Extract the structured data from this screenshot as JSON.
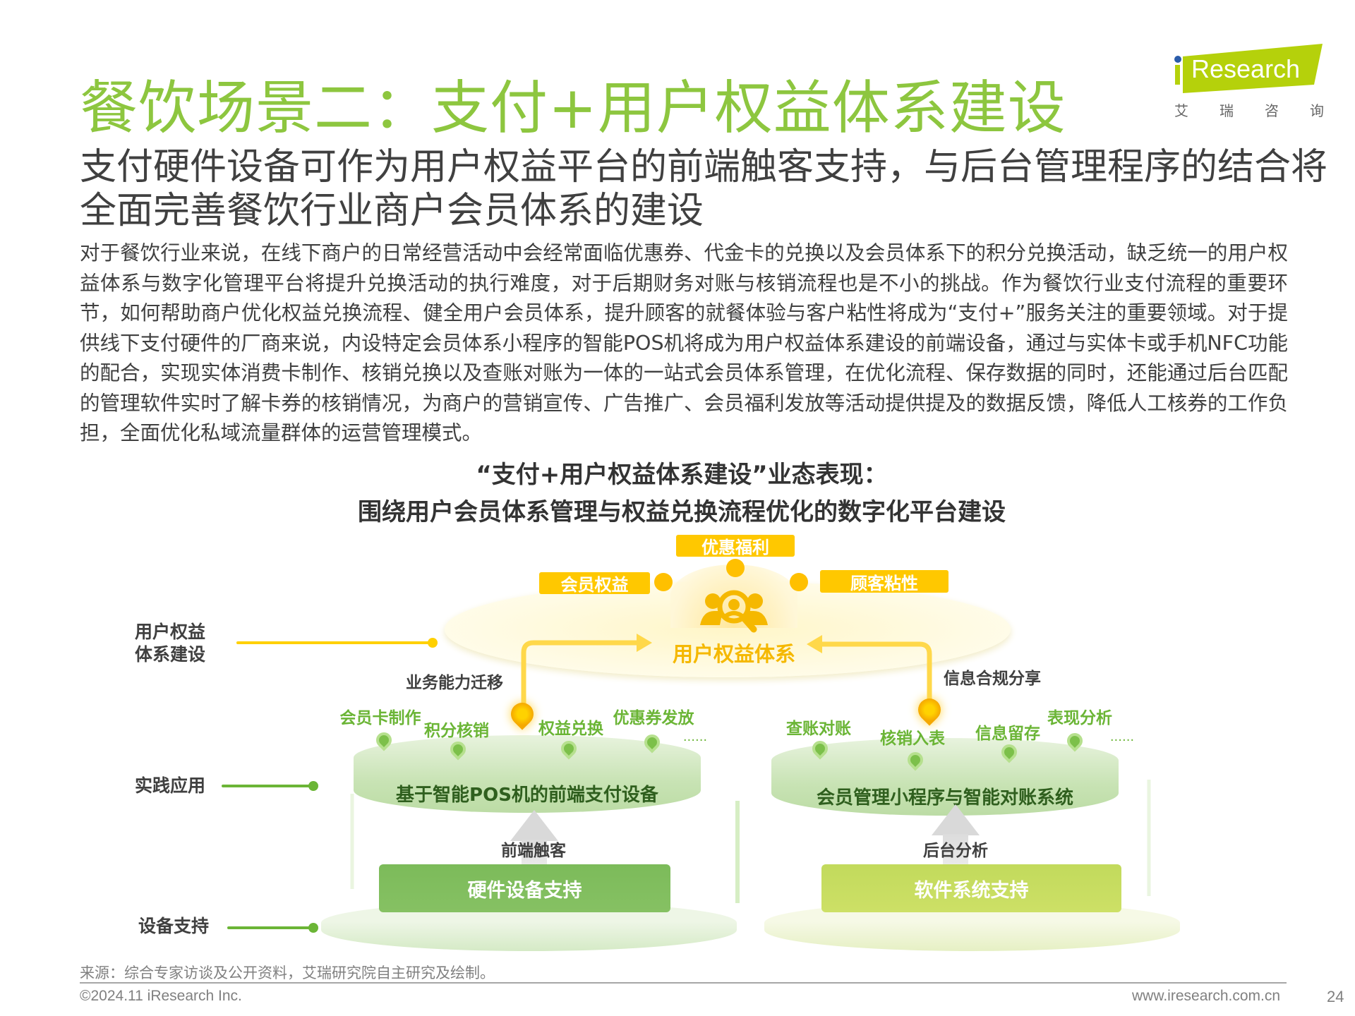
{
  "title": "餐饮场景二：支付+用户权益体系建设",
  "logo": {
    "brand": "iResearch",
    "cn": [
      "艾",
      "瑞",
      "咨",
      "询"
    ]
  },
  "subtitle": "支付硬件设备可作为用户权益平台的前端触客支持，与后台管理程序的结合将全面完善餐饮行业商户会员体系的建设",
  "body": "对于餐饮行业来说，在线下商户的日常经营活动中会经常面临优惠券、代金卡的兑换以及会员体系下的积分兑换活动，缺乏统一的用户权益体系与数字化管理平台将提升兑换活动的执行难度，对于后期财务对账与核销流程也是不小的挑战。作为餐饮行业支付流程的重要环节，如何帮助商户优化权益兑换流程、健全用户会员体系，提升顾客的就餐体验与客户粘性将成为“支付+”服务关注的重要领域。对于提供线下支付硬件的厂商来说，内设特定会员体系小程序的智能POS机将成为用户权益体系建设的前端设备，通过与实体卡或手机NFC功能的配合，实现实体消费卡制作、核销兑换以及查账对账为一体的一站式会员体系管理，在优化流程、保存数据的同时，还能通过后台匹配的管理软件实时了解卡券的核销情况，为商户的营销宣传、广告推广、会员福利发放等活动提供提及的数据反馈，降低人工核券的工作负担，全面优化私域流量群体的运营管理模式。",
  "diagram": {
    "heading1": "“支付+用户权益体系建设”业态表现：",
    "heading2": "围绕用户会员体系管理与权益兑换流程优化的数字化平台建设",
    "levels": {
      "top_line1": "用户权益",
      "top_line2": "体系建设",
      "mid": "实践应用",
      "bottom": "设备支持"
    },
    "benefits": {
      "center": "优惠福利",
      "left": "会员权益",
      "right": "顾客粘性"
    },
    "core": "用户权益体系",
    "left_flow": "业务能力迁移",
    "right_flow": "信息合规分享",
    "left_pins": [
      "会员卡制作",
      "积分核销",
      "权益兑换",
      "优惠券发放",
      "......"
    ],
    "right_pins": [
      "查账对账",
      "核销入表",
      "信息留存",
      "表现分析",
      "......"
    ],
    "left_platform": "基于智能POS机的前端支付设备",
    "right_platform": "会员管理小程序与智能对账系统",
    "left_arrow": "前端触客",
    "right_arrow": "后台分析",
    "left_support": "硬件设备支持",
    "right_support": "软件系统支持"
  },
  "footer": {
    "source": "来源：综合专家访谈及公开资料，艾瑞研究院自主研究及绘制。",
    "copyright": "©2024.11 iResearch Inc.",
    "url": "www.iresearch.com.cn",
    "page": "24"
  },
  "colors": {
    "title": "#8dc63f",
    "yellow": "#ffc800",
    "green": "#7cbb5a",
    "lime": "#c5dc5a"
  }
}
